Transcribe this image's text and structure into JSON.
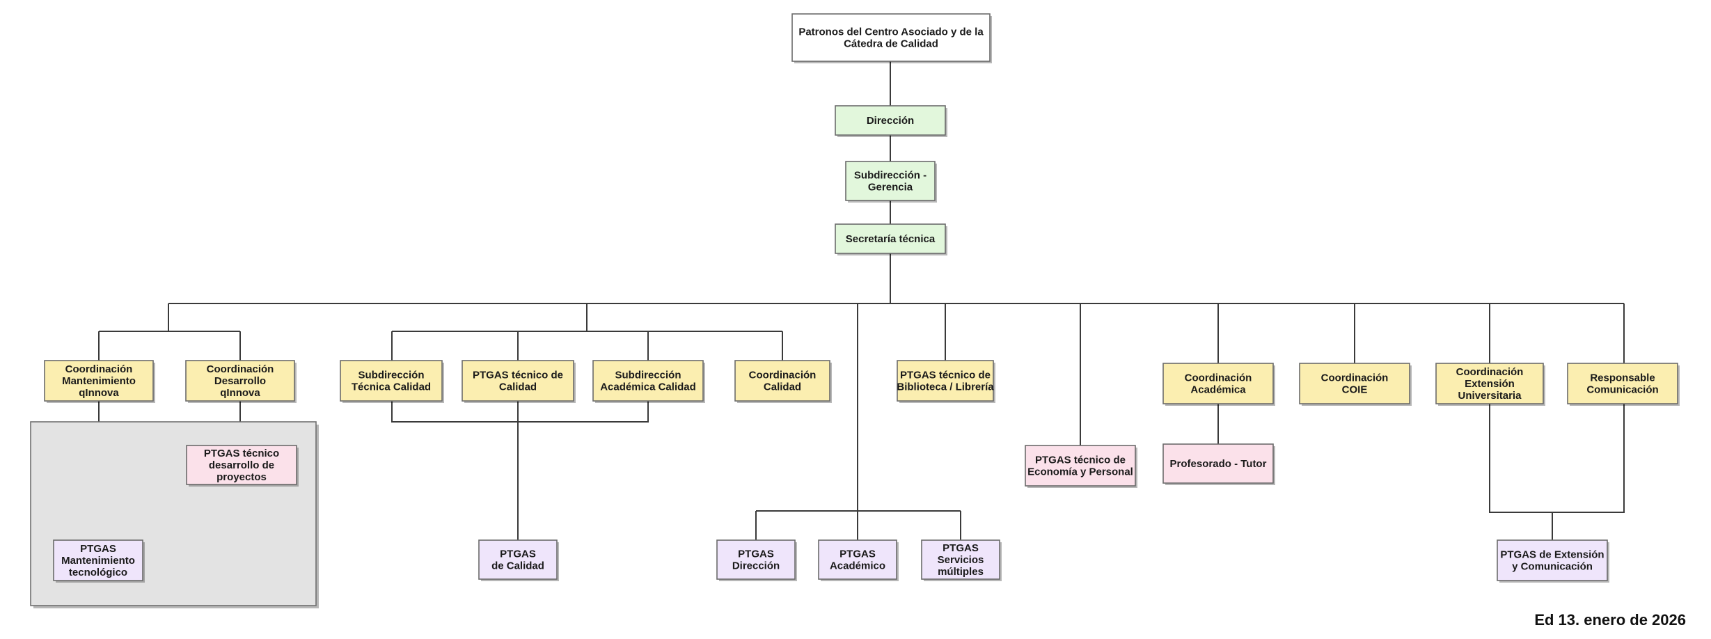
{
  "colors": {
    "white": "#ffffff",
    "green": "#e2f7dc",
    "yellow": "#fbeeb0",
    "pink": "#fbe1ea",
    "lavender": "#efe5fb",
    "group": "#e3e3e3",
    "line": "#3a3a3a"
  },
  "footer": {
    "edition": "Ed 13. enero de 2026"
  },
  "nodes": {
    "patronos": {
      "color": "white",
      "lines": [
        "Patronos del Centro Asociado y de la",
        "Cátedra de Calidad"
      ]
    },
    "direccion": {
      "color": "green",
      "lines": [
        "Dirección"
      ]
    },
    "subdireccion_gerencia": {
      "color": "green",
      "lines": [
        "Subdirección -",
        "Gerencia"
      ]
    },
    "secretaria": {
      "color": "green",
      "lines": [
        "Secretaría técnica"
      ]
    },
    "coord_mant": {
      "color": "yellow",
      "lines": [
        "Coordinación",
        "Mantenimiento",
        "qInnova"
      ]
    },
    "coord_desa": {
      "color": "yellow",
      "lines": [
        "Coordinación",
        "Desarrollo",
        "qInnova"
      ]
    },
    "ptgas_desa": {
      "color": "pink",
      "lines": [
        "PTGAS técnico",
        "desarrollo de",
        "proyectos"
      ]
    },
    "ptgas_mant": {
      "color": "lavender",
      "lines": [
        "PTGAS",
        "Mantenimiento",
        "tecnológico"
      ]
    },
    "subdir_tec": {
      "color": "yellow",
      "lines": [
        "Subdirección",
        "Técnica Calidad"
      ]
    },
    "ptgas_tec_cal": {
      "color": "yellow",
      "lines": [
        "PTGAS técnico de",
        "Calidad"
      ]
    },
    "subdir_acad": {
      "color": "yellow",
      "lines": [
        "Subdirección",
        "Académica Calidad"
      ]
    },
    "coord_calidad": {
      "color": "yellow",
      "lines": [
        "Coordinación",
        "Calidad"
      ]
    },
    "ptgas_calidad": {
      "color": "lavender",
      "lines": [
        "PTGAS",
        "de Calidad"
      ]
    },
    "ptgas_direccion": {
      "color": "lavender",
      "lines": [
        "PTGAS",
        "Dirección"
      ]
    },
    "ptgas_academico": {
      "color": "lavender",
      "lines": [
        "PTGAS",
        "Académico"
      ]
    },
    "ptgas_servicios": {
      "color": "lavender",
      "lines": [
        "PTGAS",
        "Servicios",
        "múltiples"
      ]
    },
    "ptgas_biblioteca": {
      "color": "yellow",
      "lines": [
        "PTGAS técnico de",
        "Biblioteca / Librería"
      ]
    },
    "ptgas_economia": {
      "color": "pink",
      "lines": [
        "PTGAS técnico de",
        "Economía y Personal"
      ]
    },
    "coord_academica": {
      "color": "yellow",
      "lines": [
        "Coordinación",
        "Académica"
      ]
    },
    "profesorado": {
      "color": "pink",
      "lines": [
        "Profesorado - Tutor"
      ]
    },
    "coord_coie": {
      "color": "yellow",
      "lines": [
        "Coordinación",
        "COIE"
      ]
    },
    "coord_extension": {
      "color": "yellow",
      "lines": [
        "Coordinación",
        "Extensión",
        "Universitaria"
      ]
    },
    "resp_comunicacion": {
      "color": "yellow",
      "lines": [
        "Responsable",
        "Comunicación"
      ]
    },
    "ptgas_extension": {
      "color": "lavender",
      "lines": [
        "PTGAS de Extensión",
        "y Comunicación"
      ]
    }
  }
}
